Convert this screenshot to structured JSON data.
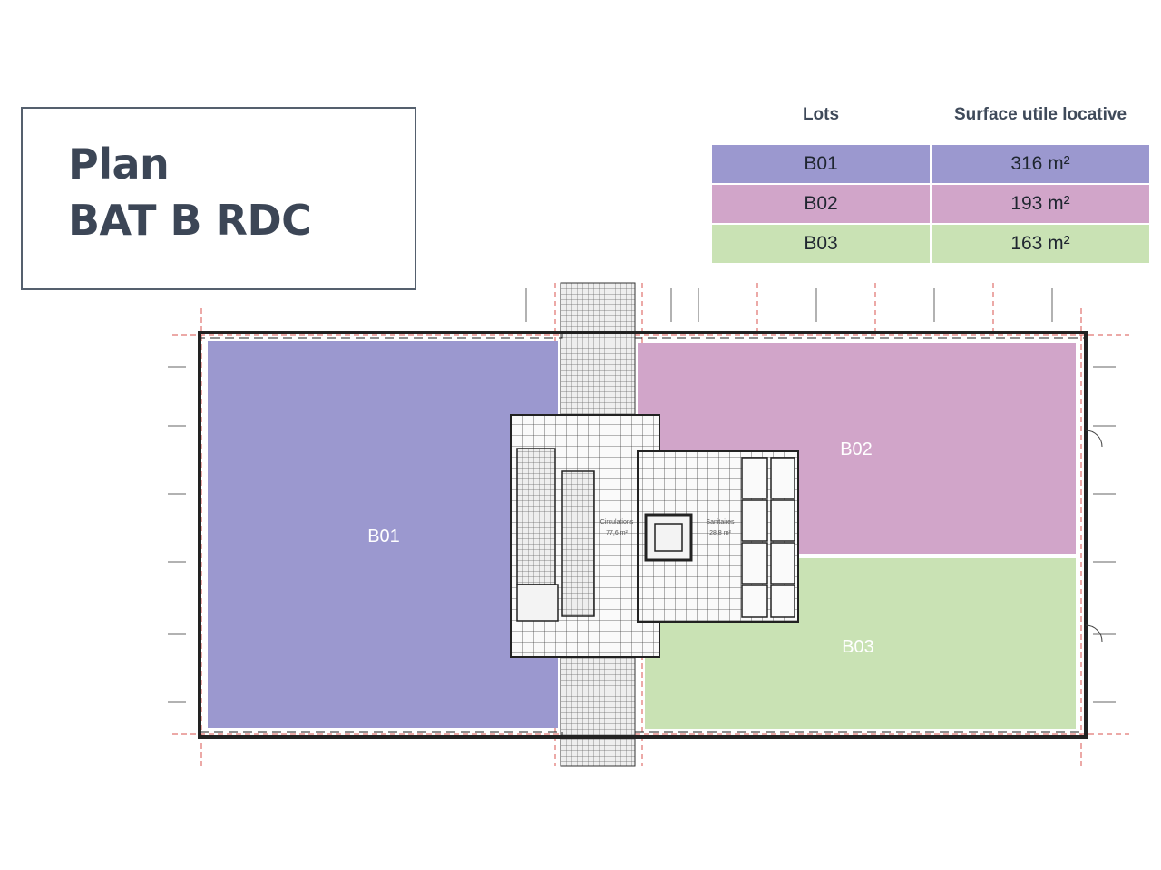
{
  "title": {
    "line1": "Plan",
    "line2": "BAT B RDC"
  },
  "table": {
    "headers": {
      "lots": "Lots",
      "surface": "Surface utile locative"
    },
    "rows": [
      {
        "lot": "B01",
        "surface": "316 m²",
        "color": "#9b98cf"
      },
      {
        "lot": "B02",
        "surface": "193 m²",
        "color": "#d1a5c9"
      },
      {
        "lot": "B03",
        "surface": "163 m²",
        "color": "#c9e2b4"
      }
    ]
  },
  "plan": {
    "zone_labels": {
      "b01": "B01",
      "b02": "B02",
      "b03": "B03"
    },
    "room_labels": {
      "circulations": "Circulations",
      "circulations_area": "77,6 m²",
      "sanitaires": "Sanitaires",
      "sanitaires_area": "28,8 m²"
    },
    "colors": {
      "b01": "#9b98cf",
      "b02": "#d1a5c9",
      "b03": "#c9e2b4",
      "wall": "#222222",
      "grid_red": "#d9534f",
      "grid": "#555555"
    }
  }
}
